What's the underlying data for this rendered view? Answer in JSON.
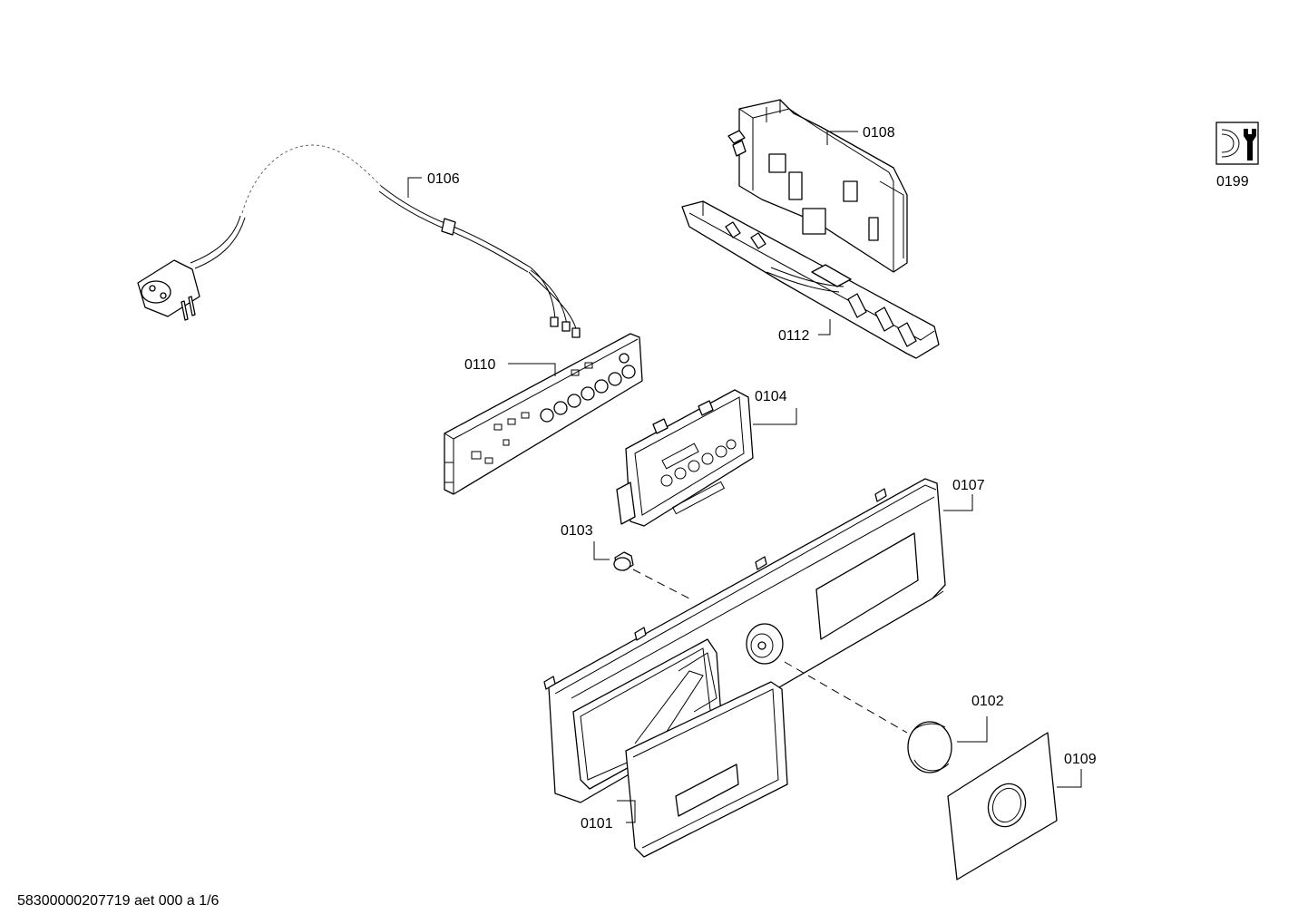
{
  "diagram": {
    "parts": [
      {
        "id": "p0101",
        "number": "0101"
      },
      {
        "id": "p0102",
        "number": "0102"
      },
      {
        "id": "p0103",
        "number": "0103"
      },
      {
        "id": "p0104",
        "number": "0104"
      },
      {
        "id": "p0106",
        "number": "0106"
      },
      {
        "id": "p0107",
        "number": "0107"
      },
      {
        "id": "p0108",
        "number": "0108"
      },
      {
        "id": "p0109",
        "number": "0109"
      },
      {
        "id": "p0110",
        "number": "0110"
      },
      {
        "id": "p0112",
        "number": "0112"
      }
    ],
    "tool_icon": {
      "icon": "service-wrench-icon",
      "number": "0199"
    },
    "footer": "58300000207719 aet 000 a 1/6"
  }
}
